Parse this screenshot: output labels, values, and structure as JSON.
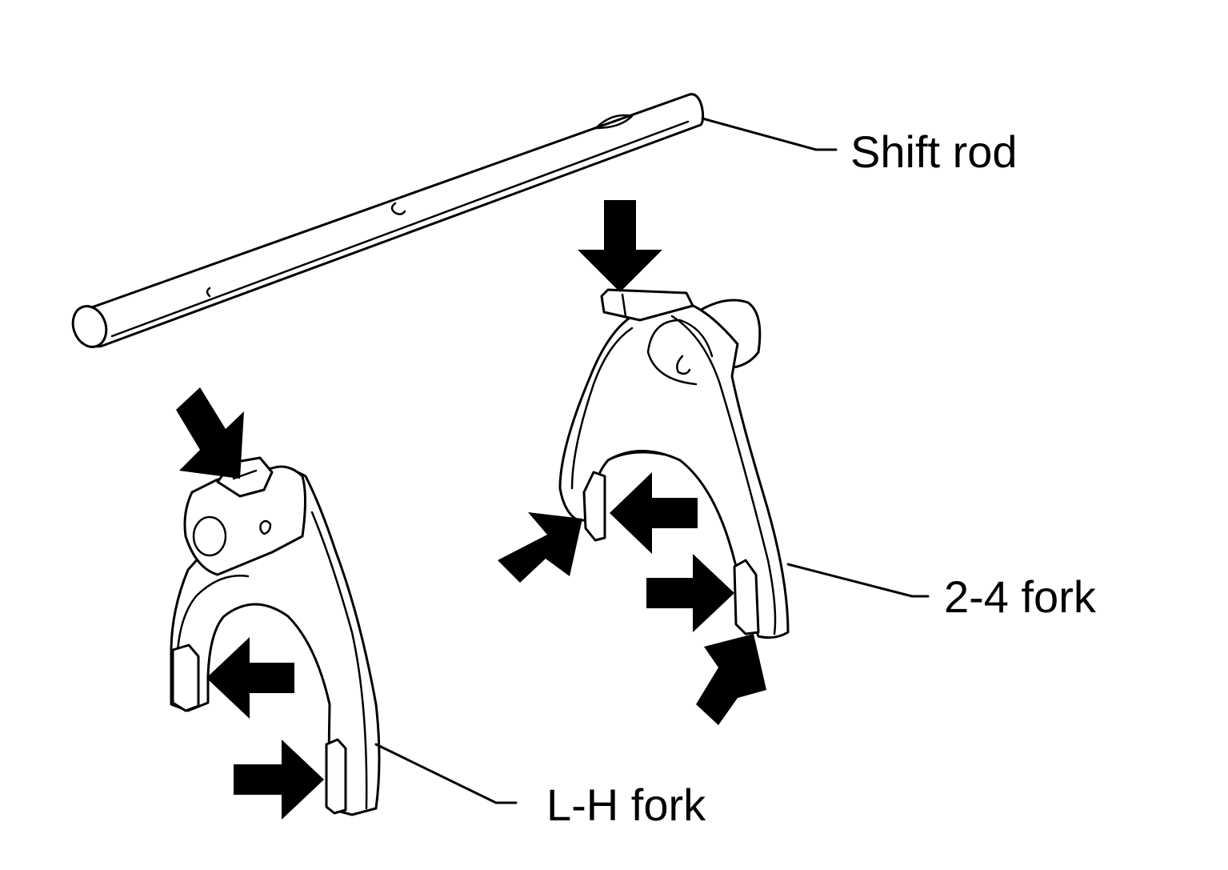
{
  "labels": {
    "shift_rod": "Shift  rod",
    "fork_24": "2-4  fork",
    "fork_lh": "L-H  fork"
  },
  "colors": {
    "line": "#000000",
    "background": "#ffffff"
  }
}
